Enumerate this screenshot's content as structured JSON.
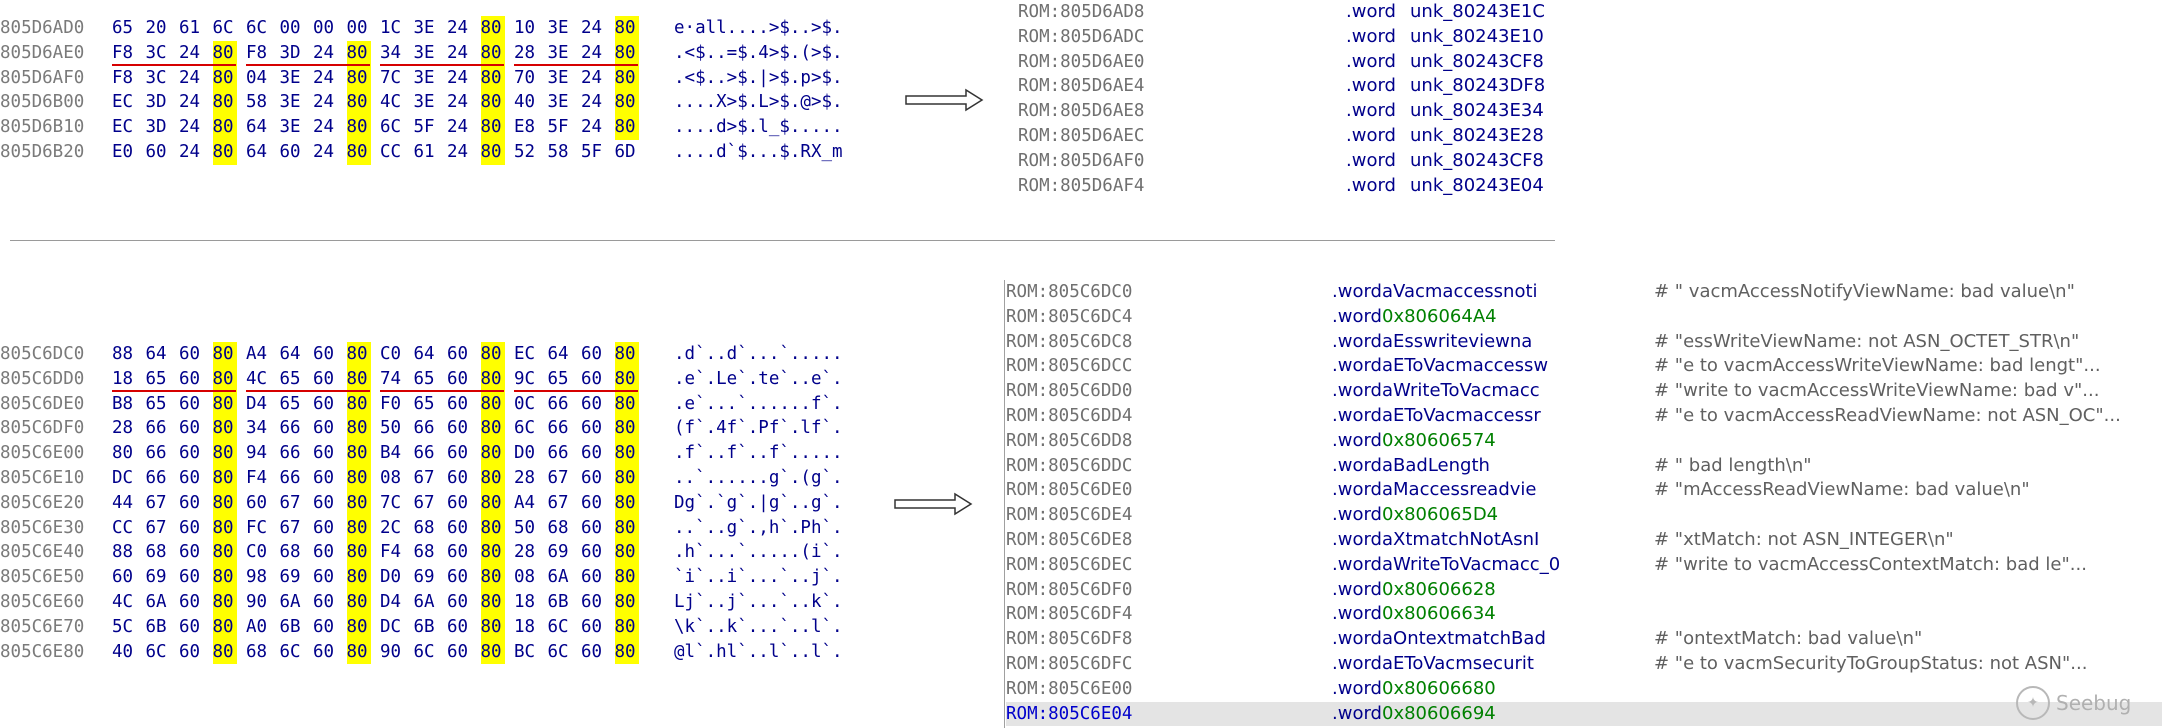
{
  "top_hex": {
    "rows": [
      {
        "addr": "805D6AD0",
        "groups": [
          [
            "65",
            "20",
            "61",
            "6C"
          ],
          [
            "6C",
            "00",
            "00",
            "00"
          ],
          [
            "1C",
            "3E",
            "24",
            "80"
          ],
          [
            "10",
            "3E",
            "24",
            "80"
          ]
        ],
        "ascii": "e·all....>$..>$."
      },
      {
        "addr": "805D6AE0",
        "groups": [
          [
            "F8",
            "3C",
            "24",
            "80"
          ],
          [
            "F8",
            "3D",
            "24",
            "80"
          ],
          [
            "34",
            "3E",
            "24",
            "80"
          ],
          [
            "28",
            "3E",
            "24",
            "80"
          ]
        ],
        "ascii": ".<$..=$.4>$.(>$."
      },
      {
        "addr": "805D6AF0",
        "groups": [
          [
            "F8",
            "3C",
            "24",
            "80"
          ],
          [
            "04",
            "3E",
            "24",
            "80"
          ],
          [
            "7C",
            "3E",
            "24",
            "80"
          ],
          [
            "70",
            "3E",
            "24",
            "80"
          ]
        ],
        "ascii": ".<$..>$.|>$.p>$."
      },
      {
        "addr": "805D6B00",
        "groups": [
          [
            "EC",
            "3D",
            "24",
            "80"
          ],
          [
            "58",
            "3E",
            "24",
            "80"
          ],
          [
            "4C",
            "3E",
            "24",
            "80"
          ],
          [
            "40",
            "3E",
            "24",
            "80"
          ]
        ],
        "ascii": "....X>$.L>$.@>$."
      },
      {
        "addr": "805D6B10",
        "groups": [
          [
            "EC",
            "3D",
            "24",
            "80"
          ],
          [
            "64",
            "3E",
            "24",
            "80"
          ],
          [
            "6C",
            "5F",
            "24",
            "80"
          ],
          [
            "E8",
            "5F",
            "24",
            "80"
          ]
        ],
        "ascii": "....d>$.l_$....."
      },
      {
        "addr": "805D6B20",
        "groups": [
          [
            "E0",
            "60",
            "24",
            "80"
          ],
          [
            "64",
            "60",
            "24",
            "80"
          ],
          [
            "CC",
            "61",
            "24",
            "80"
          ],
          [
            "52",
            "58",
            "5F",
            "6D"
          ]
        ],
        "ascii": "....d`$...$.RX_m"
      }
    ]
  },
  "top_listing": [
    {
      "addr": "ROM:805D6AD8",
      "dir": ".word",
      "op": "unk_80243E1C"
    },
    {
      "addr": "ROM:805D6ADC",
      "dir": ".word",
      "op": "unk_80243E10"
    },
    {
      "addr": "ROM:805D6AE0",
      "dir": ".word",
      "op": "unk_80243CF8"
    },
    {
      "addr": "ROM:805D6AE4",
      "dir": ".word",
      "op": "unk_80243DF8"
    },
    {
      "addr": "ROM:805D6AE8",
      "dir": ".word",
      "op": "unk_80243E34"
    },
    {
      "addr": "ROM:805D6AEC",
      "dir": ".word",
      "op": "unk_80243E28"
    },
    {
      "addr": "ROM:805D6AF0",
      "dir": ".word",
      "op": "unk_80243CF8"
    },
    {
      "addr": "ROM:805D6AF4",
      "dir": ".word",
      "op": "unk_80243E04"
    }
  ],
  "bottom_hex": {
    "rows": [
      {
        "addr": "805C6DC0",
        "groups": [
          [
            "88",
            "64",
            "60",
            "80"
          ],
          [
            "A4",
            "64",
            "60",
            "80"
          ],
          [
            "C0",
            "64",
            "60",
            "80"
          ],
          [
            "EC",
            "64",
            "60",
            "80"
          ]
        ],
        "ascii": ".d`..d`...`....."
      },
      {
        "addr": "805C6DD0",
        "groups": [
          [
            "18",
            "65",
            "60",
            "80"
          ],
          [
            "4C",
            "65",
            "60",
            "80"
          ],
          [
            "74",
            "65",
            "60",
            "80"
          ],
          [
            "9C",
            "65",
            "60",
            "80"
          ]
        ],
        "ascii": ".e`.Le`.te`..e`."
      },
      {
        "addr": "805C6DE0",
        "groups": [
          [
            "B8",
            "65",
            "60",
            "80"
          ],
          [
            "D4",
            "65",
            "60",
            "80"
          ],
          [
            "F0",
            "65",
            "60",
            "80"
          ],
          [
            "0C",
            "66",
            "60",
            "80"
          ]
        ],
        "ascii": ".e`...`......f`."
      },
      {
        "addr": "805C6DF0",
        "groups": [
          [
            "28",
            "66",
            "60",
            "80"
          ],
          [
            "34",
            "66",
            "60",
            "80"
          ],
          [
            "50",
            "66",
            "60",
            "80"
          ],
          [
            "6C",
            "66",
            "60",
            "80"
          ]
        ],
        "ascii": "(f`.4f`.Pf`.lf`."
      },
      {
        "addr": "805C6E00",
        "groups": [
          [
            "80",
            "66",
            "60",
            "80"
          ],
          [
            "94",
            "66",
            "60",
            "80"
          ],
          [
            "B4",
            "66",
            "60",
            "80"
          ],
          [
            "D0",
            "66",
            "60",
            "80"
          ]
        ],
        "ascii": ".f`..f`..f`....."
      },
      {
        "addr": "805C6E10",
        "groups": [
          [
            "DC",
            "66",
            "60",
            "80"
          ],
          [
            "F4",
            "66",
            "60",
            "80"
          ],
          [
            "08",
            "67",
            "60",
            "80"
          ],
          [
            "28",
            "67",
            "60",
            "80"
          ]
        ],
        "ascii": "..`......g`.(g`."
      },
      {
        "addr": "805C6E20",
        "groups": [
          [
            "44",
            "67",
            "60",
            "80"
          ],
          [
            "60",
            "67",
            "60",
            "80"
          ],
          [
            "7C",
            "67",
            "60",
            "80"
          ],
          [
            "A4",
            "67",
            "60",
            "80"
          ]
        ],
        "ascii": "Dg`.`g`.|g`..g`."
      },
      {
        "addr": "805C6E30",
        "groups": [
          [
            "CC",
            "67",
            "60",
            "80"
          ],
          [
            "FC",
            "67",
            "60",
            "80"
          ],
          [
            "2C",
            "68",
            "60",
            "80"
          ],
          [
            "50",
            "68",
            "60",
            "80"
          ]
        ],
        "ascii": "..`..g`.,h`.Ph`."
      },
      {
        "addr": "805C6E40",
        "groups": [
          [
            "88",
            "68",
            "60",
            "80"
          ],
          [
            "C0",
            "68",
            "60",
            "80"
          ],
          [
            "F4",
            "68",
            "60",
            "80"
          ],
          [
            "28",
            "69",
            "60",
            "80"
          ]
        ],
        "ascii": ".h`...`.....(i`."
      },
      {
        "addr": "805C6E50",
        "groups": [
          [
            "60",
            "69",
            "60",
            "80"
          ],
          [
            "98",
            "69",
            "60",
            "80"
          ],
          [
            "D0",
            "69",
            "60",
            "80"
          ],
          [
            "08",
            "6A",
            "60",
            "80"
          ]
        ],
        "ascii": "`i`..i`...`..j`."
      },
      {
        "addr": "805C6E60",
        "groups": [
          [
            "4C",
            "6A",
            "60",
            "80"
          ],
          [
            "90",
            "6A",
            "60",
            "80"
          ],
          [
            "D4",
            "6A",
            "60",
            "80"
          ],
          [
            "18",
            "6B",
            "60",
            "80"
          ]
        ],
        "ascii": "Lj`..j`...`..k`."
      },
      {
        "addr": "805C6E70",
        "groups": [
          [
            "5C",
            "6B",
            "60",
            "80"
          ],
          [
            "A0",
            "6B",
            "60",
            "80"
          ],
          [
            "DC",
            "6B",
            "60",
            "80"
          ],
          [
            "18",
            "6C",
            "60",
            "80"
          ]
        ],
        "ascii": "\\k`..k`...`..l`."
      },
      {
        "addr": "805C6E80",
        "groups": [
          [
            "40",
            "6C",
            "60",
            "80"
          ],
          [
            "68",
            "6C",
            "60",
            "80"
          ],
          [
            "90",
            "6C",
            "60",
            "80"
          ],
          [
            "BC",
            "6C",
            "60",
            "80"
          ]
        ],
        "ascii": "@l`.hl`..l`..l`."
      }
    ]
  },
  "bottom_listing": [
    {
      "addr": "ROM:805C6DC0",
      "dir": ".word",
      "op": "aVacmaccessnoti",
      "kind": "sym",
      "cmt": "# \" vacmAccessNotifyViewName: bad value\\n\""
    },
    {
      "addr": "ROM:805C6DC4",
      "dir": ".word",
      "op": "0x806064A4",
      "kind": "num",
      "cmt": ""
    },
    {
      "addr": "ROM:805C6DC8",
      "dir": ".word",
      "op": "aEsswriteviewna",
      "kind": "sym",
      "cmt": "# \"essWriteViewName: not ASN_OCTET_STR\\n\""
    },
    {
      "addr": "ROM:805C6DCC",
      "dir": ".word",
      "op": "aEToVacmaccessw",
      "kind": "sym",
      "cmt": "# \"e to vacmAccessWriteViewName: bad lengt\"..."
    },
    {
      "addr": "ROM:805C6DD0",
      "dir": ".word",
      "op": "aWriteToVacmacc",
      "kind": "sym",
      "cmt": "# \"write to vacmAccessWriteViewName: bad v\"..."
    },
    {
      "addr": "ROM:805C6DD4",
      "dir": ".word",
      "op": "aEToVacmaccessr",
      "kind": "sym",
      "cmt": "# \"e to vacmAccessReadViewName: not ASN_OC\"..."
    },
    {
      "addr": "ROM:805C6DD8",
      "dir": ".word",
      "op": "0x80606574",
      "kind": "num",
      "cmt": ""
    },
    {
      "addr": "ROM:805C6DDC",
      "dir": ".word",
      "op": "aBadLength",
      "kind": "sym",
      "cmt": "# \" bad length\\n\""
    },
    {
      "addr": "ROM:805C6DE0",
      "dir": ".word",
      "op": "aMaccessreadvie",
      "kind": "sym",
      "cmt": "# \"mAccessReadViewName: bad value\\n\""
    },
    {
      "addr": "ROM:805C6DE4",
      "dir": ".word",
      "op": "0x806065D4",
      "kind": "num",
      "cmt": ""
    },
    {
      "addr": "ROM:805C6DE8",
      "dir": ".word",
      "op": "aXtmatchNotAsnI",
      "kind": "sym",
      "cmt": "# \"xtMatch: not ASN_INTEGER\\n\""
    },
    {
      "addr": "ROM:805C6DEC",
      "dir": ".word",
      "op": "aWriteToVacmacc_0",
      "kind": "sym",
      "cmt": "# \"write to vacmAccessContextMatch: bad le\"..."
    },
    {
      "addr": "ROM:805C6DF0",
      "dir": ".word",
      "op": "0x80606628",
      "kind": "num",
      "cmt": ""
    },
    {
      "addr": "ROM:805C6DF4",
      "dir": ".word",
      "op": "0x80606634",
      "kind": "num",
      "cmt": ""
    },
    {
      "addr": "ROM:805C6DF8",
      "dir": ".word",
      "op": "aOntextmatchBad",
      "kind": "sym",
      "cmt": "# \"ontextMatch: bad value\\n\""
    },
    {
      "addr": "ROM:805C6DFC",
      "dir": ".word",
      "op": "aEToVacmsecurit",
      "kind": "sym",
      "cmt": "# \"e to vacmSecurityToGroupStatus: not ASN\"..."
    },
    {
      "addr": "ROM:805C6E00",
      "dir": ".word",
      "op": "0x80606680",
      "kind": "num",
      "cmt": ""
    },
    {
      "addr": "ROM:805C6E04",
      "dir": ".word",
      "op": "0x80606694",
      "kind": "num",
      "cmt": "",
      "selected": true
    }
  ],
  "underlined_rows": {
    "top": 1,
    "bottom": 1
  },
  "highlight_byte": "80",
  "colors": {
    "highlight": "#ffff00",
    "underline": "#d60000",
    "hex": "#00008b",
    "number": "#008000",
    "address": "#7a7a7a"
  },
  "watermark": "Seebug"
}
